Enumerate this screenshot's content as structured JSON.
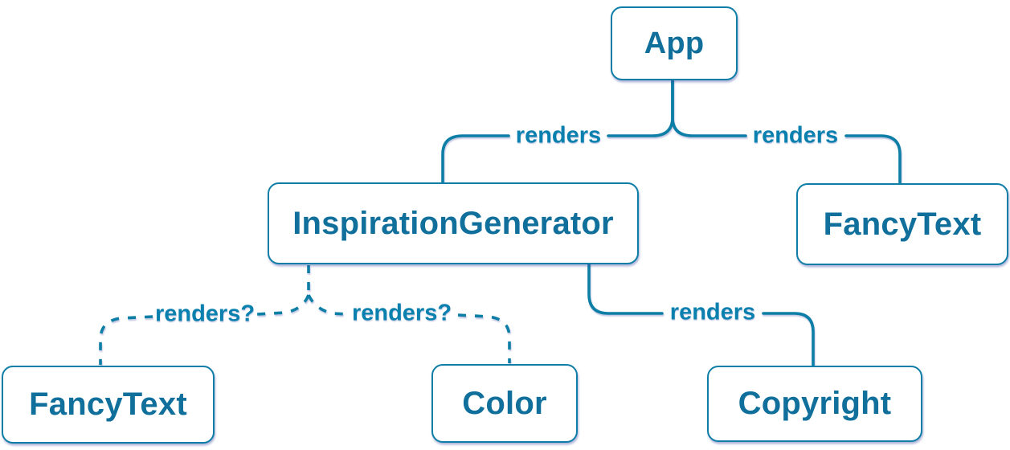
{
  "diagram": {
    "description": "React component render tree",
    "colors": {
      "line": "#0f7ea6",
      "box_border": "#0f7ea6",
      "box_background": "#ffffff",
      "box_text": "#11709b",
      "edge_label_text": "#0a80ae"
    },
    "nodes": [
      {
        "id": "app",
        "label": "App"
      },
      {
        "id": "inspiration-generator",
        "label": "InspirationGenerator"
      },
      {
        "id": "fancy-text-top",
        "label": "FancyText"
      },
      {
        "id": "fancy-text-bottom",
        "label": "FancyText"
      },
      {
        "id": "color",
        "label": "Color"
      },
      {
        "id": "copyright",
        "label": "Copyright"
      }
    ],
    "edges": [
      {
        "from": "App",
        "to": "InspirationGenerator",
        "label": "renders",
        "style": "solid"
      },
      {
        "from": "App",
        "to": "FancyText",
        "label": "renders",
        "style": "solid"
      },
      {
        "from": "InspirationGenerator",
        "to": "FancyText",
        "label": "renders?",
        "style": "dashed"
      },
      {
        "from": "InspirationGenerator",
        "to": "Color",
        "label": "renders?",
        "style": "dashed"
      },
      {
        "from": "InspirationGenerator",
        "to": "Copyright",
        "label": "renders",
        "style": "solid"
      }
    ]
  }
}
